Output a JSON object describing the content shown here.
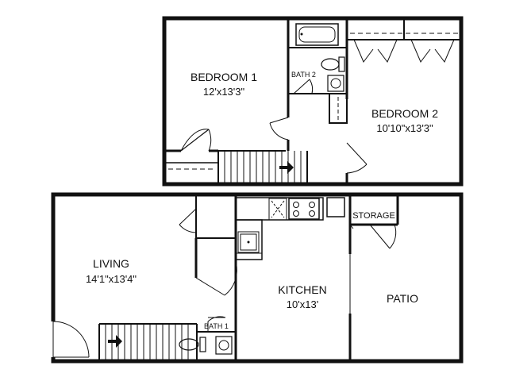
{
  "upper_floor": {
    "bedroom1": {
      "name": "BEDROOM 1",
      "size": "12'x13'3\""
    },
    "bath2": {
      "name": "BATH 2"
    },
    "bedroom2": {
      "name": "BEDROOM 2",
      "size": "10'10\"x13'3\""
    }
  },
  "lower_floor": {
    "living": {
      "name": "LIVING",
      "size": "14'1\"x13'4\""
    },
    "kitchen": {
      "name": "KITCHEN",
      "size": "10'x13'"
    },
    "storage": {
      "name": "STORAGE"
    },
    "patio": {
      "name": "PATIO"
    },
    "bath1": {
      "name": "BATH 1"
    }
  }
}
